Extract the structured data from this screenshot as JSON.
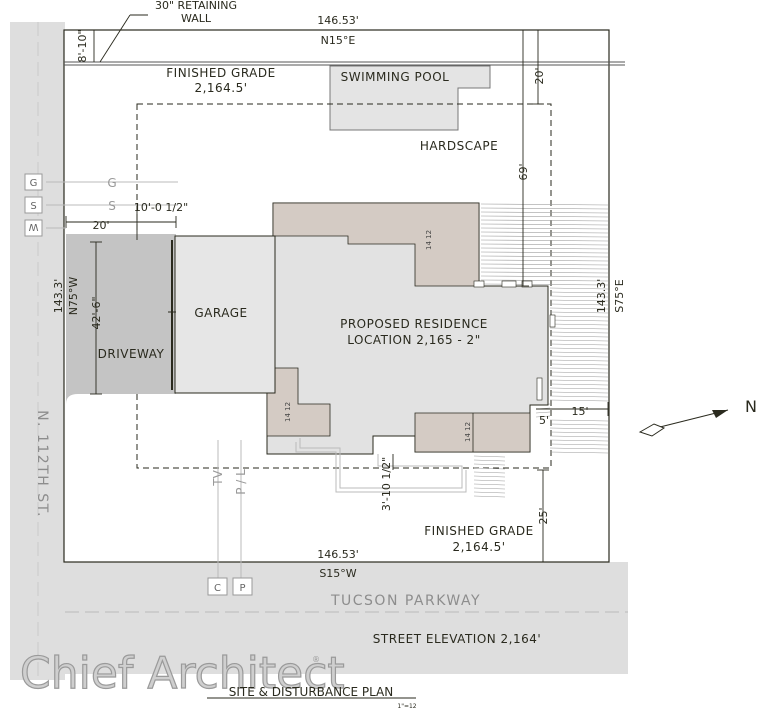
{
  "labels": {
    "retaining_wall": [
      "30\" RETAINING",
      "WALL"
    ],
    "dim_top": "146.53'",
    "bearing_top": "N15°E",
    "dim_setback_top": "8'-10\"",
    "finished_grade_top": [
      "FINISHED GRADE",
      "2,164.5'"
    ],
    "swimming_pool": "SWIMMING POOL",
    "dim_20_top": "20'",
    "hardscape": "HARDSCAPE",
    "dim_69": "69'",
    "dim_10": "10'-0 1/2\"",
    "dim_20_left": "20'",
    "dim_143_left": "143.3'",
    "bearing_left": "N75°W",
    "dim_42": "42'-6\"",
    "garage": "GARAGE",
    "driveway": "DRIVEWAY",
    "residence": [
      "PROPOSED RESIDENCE",
      "LOCATION 2,165 - 2\""
    ],
    "dim_143_right": "143.3'",
    "bearing_right": "S75°E",
    "dim_15": "15'",
    "dim_5": "5'",
    "roof_pitch": "14 12",
    "dim_3_10": "3'-10 1/2\"",
    "dim_25": "25'",
    "finished_grade_bottom": [
      "FINISHED GRADE",
      "2,164.5'"
    ],
    "dim_bottom": "146.53'",
    "bearing_bottom": "S15°W",
    "north": "N",
    "street_left": "N. 112TH ST.",
    "street_bottom": "TUCSON PARKWAY",
    "street_elevation": "STREET ELEVATION 2,164'",
    "watermark": "Chief Architect",
    "trademark": "®",
    "title": "SITE & DISTURBANCE PLAN",
    "scale": "1\"=12"
  },
  "utilities": {
    "boxes_left": [
      "G",
      "S",
      "W"
    ],
    "lines_left": [
      "G",
      "S"
    ],
    "boxes_bottom": [
      "C",
      "P"
    ],
    "lines_bottom": [
      "TV",
      "P / L"
    ]
  },
  "colors": {
    "background": "#ffffff",
    "street": "#dedede",
    "driveway": "#c4c4c4",
    "residence": "#e2e2e2",
    "roof": "#d4cbc4",
    "pool": "#e4e4e4",
    "lines": "#2a2a1e"
  }
}
